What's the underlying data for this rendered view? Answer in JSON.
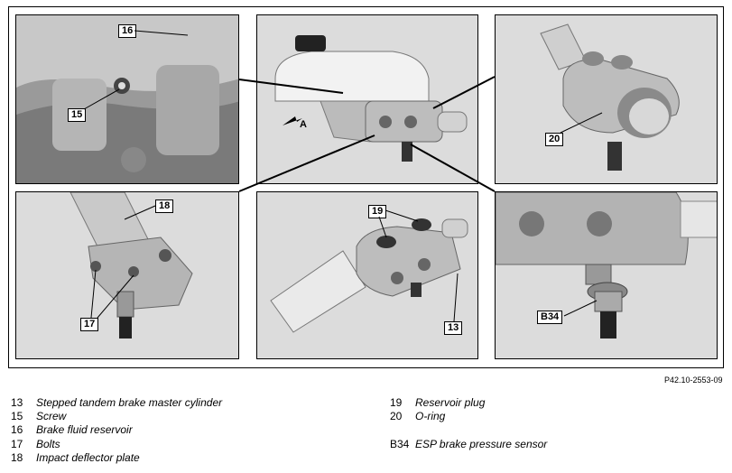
{
  "figure": {
    "reference": "P42.10-2553-09",
    "callouts": {
      "p1_a": "16",
      "p1_b": "15",
      "p2_a": "A",
      "p3_a": "20",
      "p4_a": "18",
      "p4_b": "17",
      "p5_a": "19",
      "p5_b": "13",
      "p6_a": "B34"
    }
  },
  "legend": {
    "left": [
      {
        "num": "13",
        "text": "Stepped tandem brake master cylinder"
      },
      {
        "num": "15",
        "text": "Screw"
      },
      {
        "num": "16",
        "text": "Brake fluid reservoir"
      },
      {
        "num": "17",
        "text": "Bolts"
      },
      {
        "num": "18",
        "text": "Impact deflector plate"
      }
    ],
    "right": [
      {
        "num": "19",
        "text": "Reservoir plug"
      },
      {
        "num": "20",
        "text": "O-ring"
      },
      {
        "num": "",
        "text": ""
      },
      {
        "num": "B34",
        "text": "ESP brake pressure sensor"
      }
    ]
  }
}
